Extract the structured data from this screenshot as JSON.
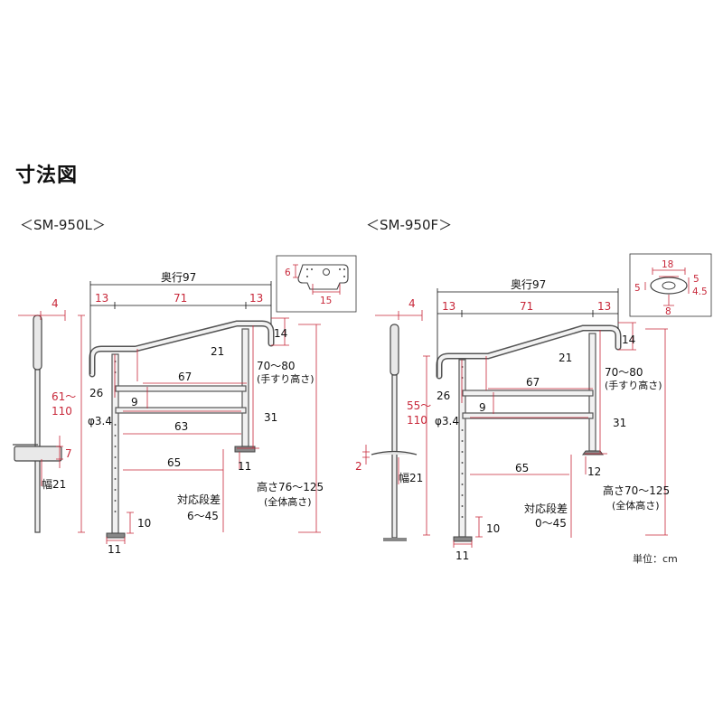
{
  "title": "寸法図",
  "unit_note": "単位：cm",
  "models": {
    "left": {
      "name": "＜SM-950L＞",
      "depth": "奥行97",
      "seg_13a": "13",
      "seg_71": "71",
      "seg_13b": "13",
      "post_top": "4",
      "grip_h1": "61～",
      "grip_h2": "110",
      "base_h": "7",
      "base_w": "幅21",
      "dim_26": "26",
      "dim_21": "21",
      "dim_67": "67",
      "dim_9": "9",
      "dim_phi": "φ3.4",
      "dim_63": "63",
      "dim_65": "65",
      "dim_14": "14",
      "rail_h1": "70～80",
      "rail_h2": "(手すり高さ)",
      "dim_31": "31",
      "dim_11r": "11",
      "step1": "対応段差",
      "step2": "6～45",
      "dim_10": "10",
      "dim_11b": "11",
      "total1": "高さ76～125",
      "total2": "(全体高さ)",
      "inset_6": "6",
      "inset_15": "15"
    },
    "right": {
      "name": "＜SM-950F＞",
      "depth": "奥行97",
      "seg_13a": "13",
      "seg_71": "71",
      "seg_13b": "13",
      "post_top": "4",
      "grip_h1": "55～",
      "grip_h2": "110",
      "base_h": "2",
      "base_w": "幅21",
      "dim_26": "26",
      "dim_21": "21",
      "dim_67": "67",
      "dim_9": "9",
      "dim_phi": "φ3.4",
      "dim_65": "65",
      "dim_14": "14",
      "rail_h1": "70～80",
      "rail_h2": "(手すり高さ)",
      "dim_31": "31",
      "dim_12": "12",
      "step1": "対応段差",
      "step2": "0～45",
      "dim_10": "10",
      "dim_11b": "11",
      "total1": "高さ70～125",
      "total2": "(全体高さ)",
      "inset_18": "18",
      "inset_5a": "5",
      "inset_5b": "5",
      "inset_45": "4.5",
      "inset_8": "8"
    }
  }
}
